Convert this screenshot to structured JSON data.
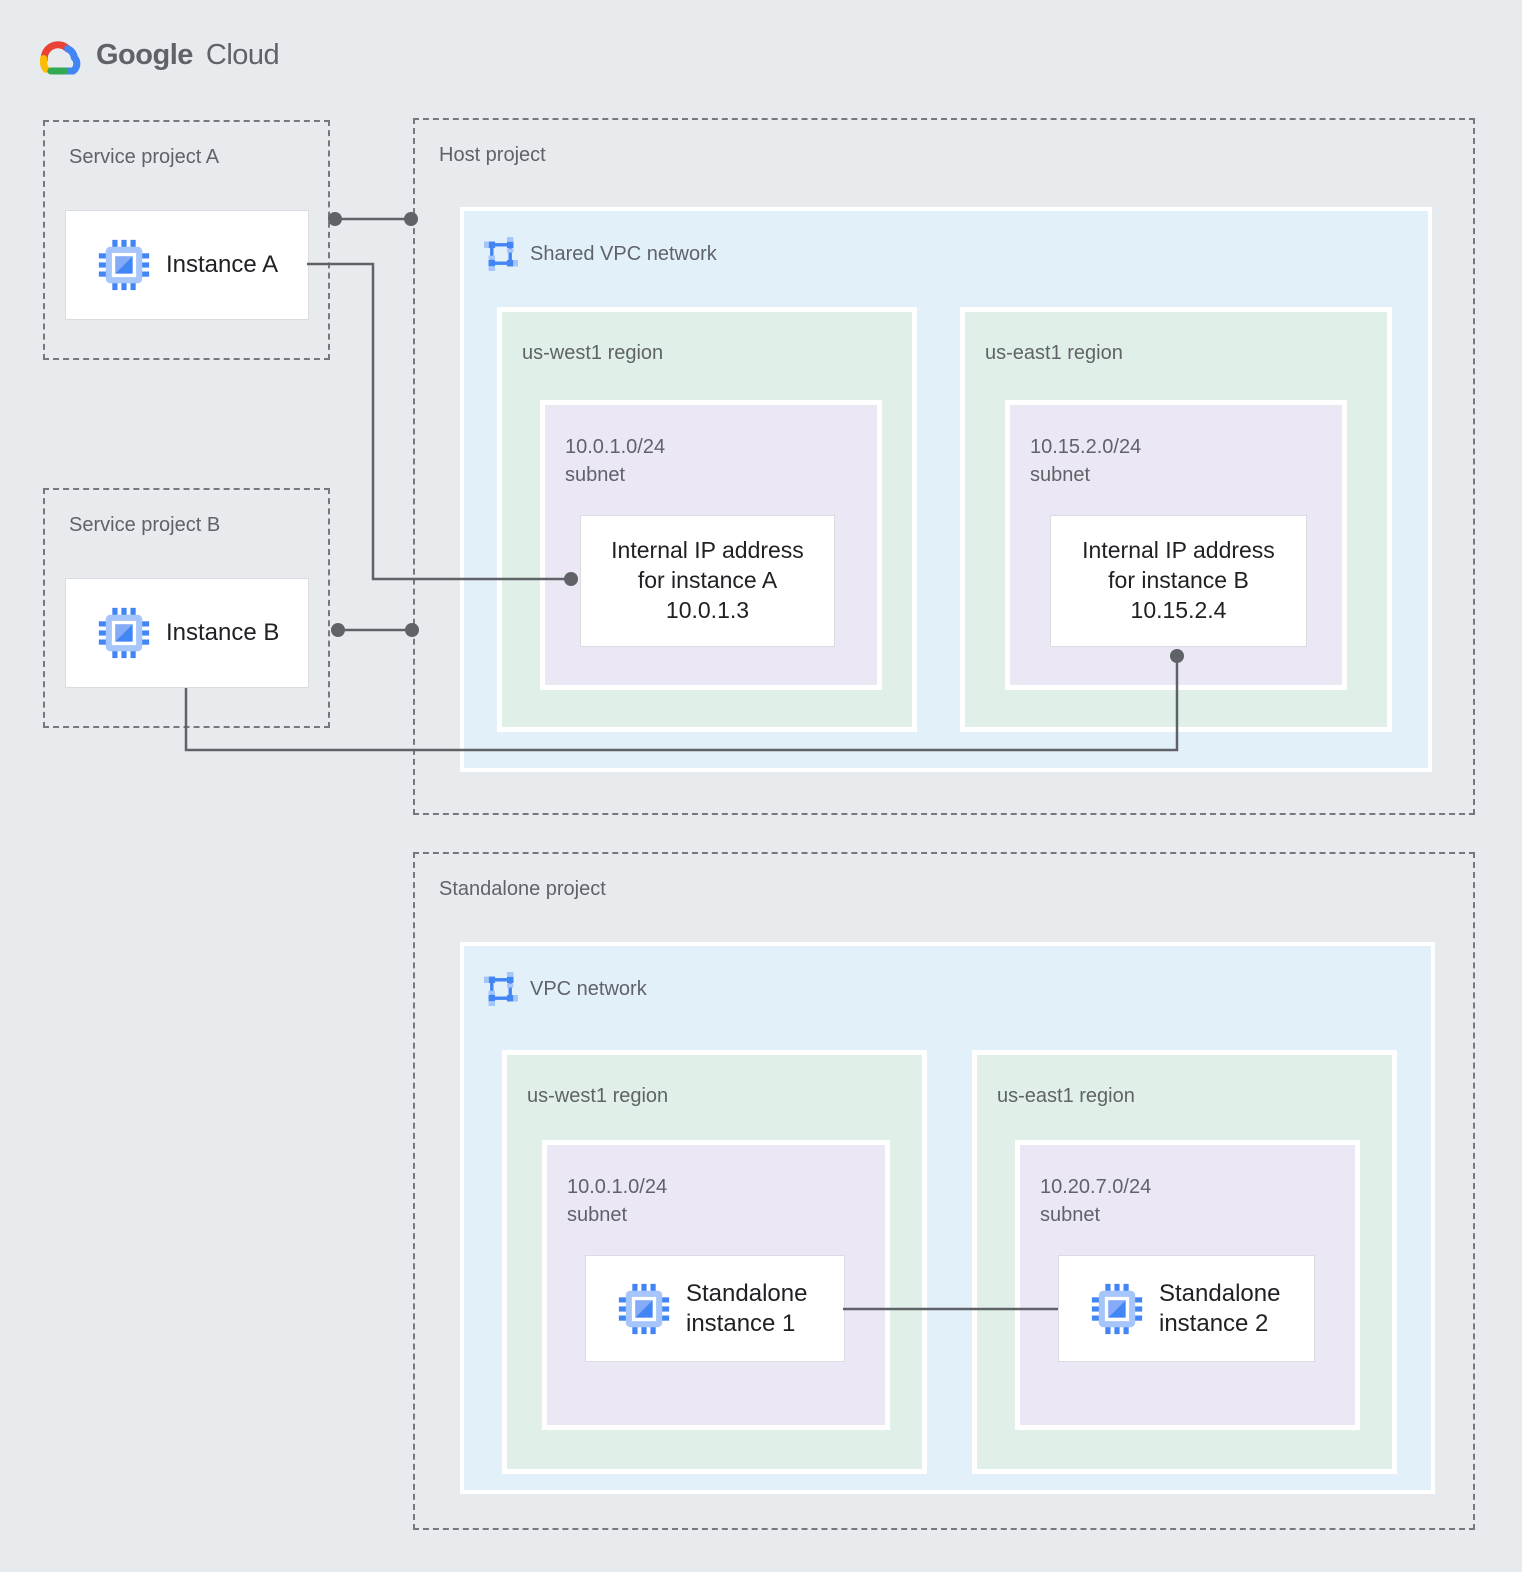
{
  "logo": {
    "brand": "Google",
    "product": "Cloud"
  },
  "service_project_a": {
    "label": "Service project A",
    "instance_label": "Instance A"
  },
  "service_project_b": {
    "label": "Service project B",
    "instance_label": "Instance B"
  },
  "host_project": {
    "label": "Host project",
    "network_label": "Shared VPC network",
    "regions": [
      {
        "label": "us-west1 region",
        "subnet_cidr": "10.0.1.0/24",
        "subnet_word": "subnet",
        "ip_lines": [
          "Internal IP address",
          "for instance A",
          "10.0.1.3"
        ]
      },
      {
        "label": "us-east1 region",
        "subnet_cidr": "10.15.2.0/24",
        "subnet_word": "subnet",
        "ip_lines": [
          "Internal IP address",
          "for instance B",
          "10.15.2.4"
        ]
      }
    ]
  },
  "standalone_project": {
    "label": "Standalone project",
    "network_label": "VPC network",
    "regions": [
      {
        "label": "us-west1 region",
        "subnet_cidr": "10.0.1.0/24",
        "subnet_word": "subnet",
        "instance_lines": [
          "Standalone",
          "instance 1"
        ]
      },
      {
        "label": "us-east1 region",
        "subnet_cidr": "10.20.7.0/24",
        "subnet_word": "subnet",
        "instance_lines": [
          "Standalone",
          "instance 2"
        ]
      }
    ]
  },
  "icons": {
    "logo_icon": "google-cloud-logo-icon",
    "network_icon": "vpc-network-icon",
    "instance_icon": "compute-instance-icon"
  },
  "colors": {
    "page_bg": "#E8EBEE",
    "vpc_fill": "#E2F0FA",
    "region_fill": "#E0F0E8",
    "subnet_fill": "#ECE7F5",
    "card_border": "#DADCE0",
    "dash_border": "#75797D",
    "connector": "#5F6368",
    "label_gray": "#5F6368",
    "text_dark": "#202124",
    "google_blue": "#4285F4",
    "google_blue_light": "#A6C5FA",
    "google_red": "#EA4335",
    "google_yellow": "#FBBC04",
    "google_green": "#34A853"
  }
}
